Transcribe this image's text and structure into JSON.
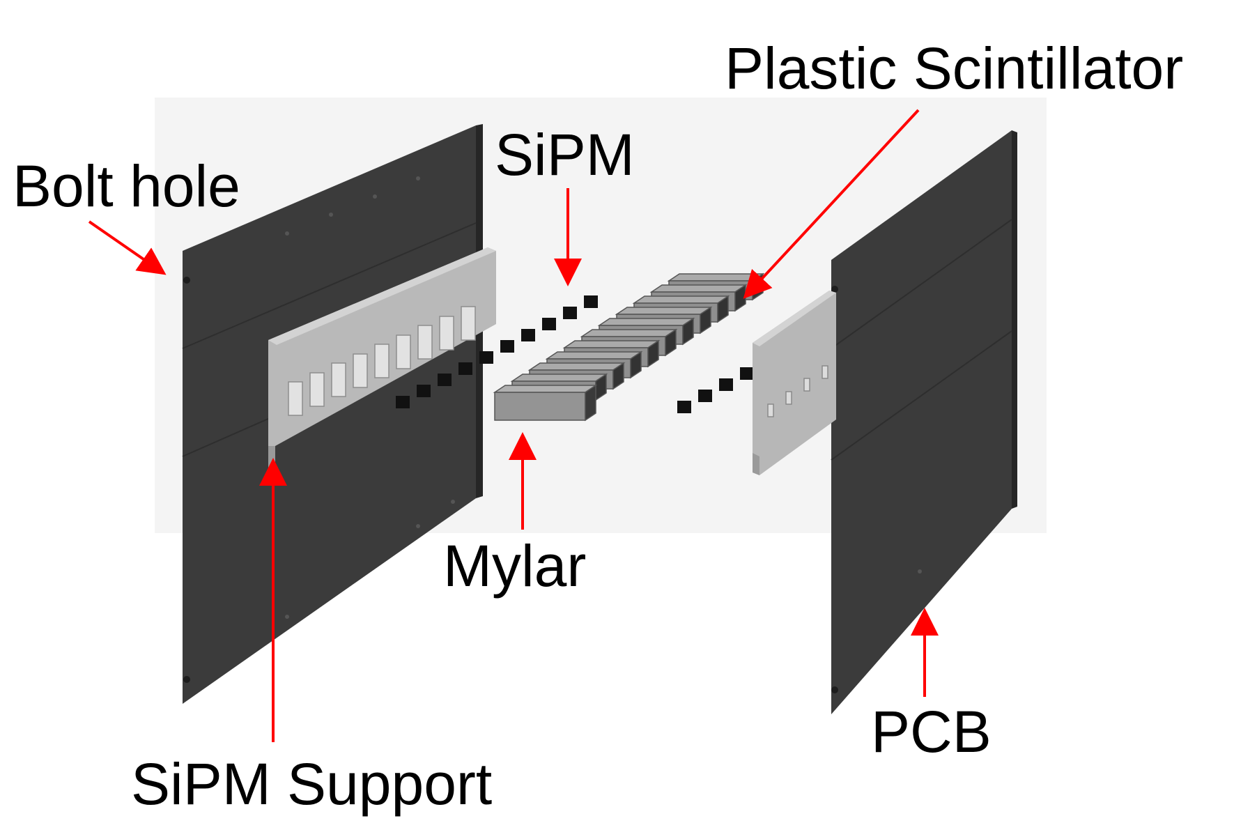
{
  "labels": {
    "plastic_scintillator": "Plastic Scintillator",
    "sipm": "SiPM",
    "bolt_hole": "Bolt hole",
    "mylar": "Mylar",
    "pcb": "PCB",
    "sipm_support": "SiPM Support"
  },
  "colors": {
    "arrow": "#ff0000",
    "pcb_board": "#3c3c3c",
    "support": "#b4b4b4",
    "scintillator": "#8c8c8c",
    "sipm_chip": "#111111"
  }
}
